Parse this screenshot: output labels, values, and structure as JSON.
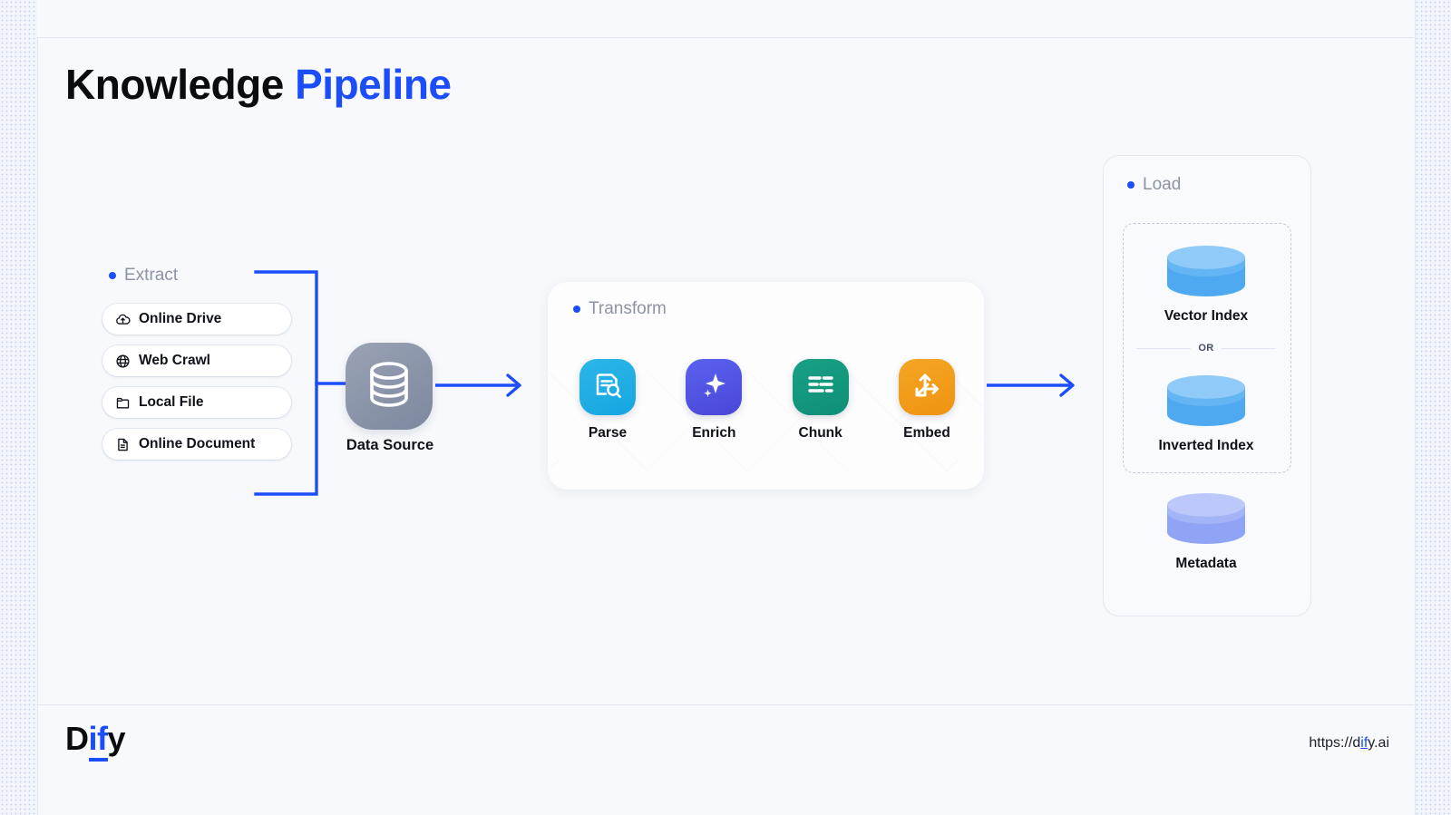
{
  "page": {
    "title_dark": "Knowledge",
    "title_blue": " Pipeline"
  },
  "extract": {
    "header": "Extract",
    "items": [
      {
        "label": "Online Drive",
        "icon": "cloud-upload-icon"
      },
      {
        "label": "Web Crawl",
        "icon": "globe-icon"
      },
      {
        "label": "Local File",
        "icon": "folder-icon"
      },
      {
        "label": "Online Document",
        "icon": "document-icon"
      }
    ]
  },
  "data_source": {
    "label": "Data Source",
    "icon": "database-icon",
    "color": "#8a93a8"
  },
  "transform": {
    "header": "Transform",
    "steps": [
      {
        "label": "Parse",
        "icon": "document-search-icon",
        "color": "#1fb0e5"
      },
      {
        "label": "Enrich",
        "icon": "sparkle-icon",
        "color": "#4f52e6"
      },
      {
        "label": "Chunk",
        "icon": "list-lines-icon",
        "color": "#13977e"
      },
      {
        "label": "Embed",
        "icon": "multi-arrow-icon",
        "color": "#f29c16"
      }
    ]
  },
  "load": {
    "header": "Load",
    "divider_label": "OR",
    "stores": [
      {
        "label": "Vector Index",
        "icon": "cylinder-icon",
        "color": "#5bb4f5"
      },
      {
        "label": "Inverted Index",
        "icon": "cylinder-icon",
        "color": "#5bb4f5"
      },
      {
        "label": "Metadata",
        "icon": "cylinder-icon",
        "color": "#9eb2f6"
      }
    ]
  },
  "footer": {
    "logo_d": "D",
    "logo_if": "if",
    "logo_y": "y",
    "url_prefix": "https://d",
    "url_blue": "if",
    "url_suffix": "y.ai"
  },
  "theme": {
    "accent_blue": "#1c4dfb",
    "background": "#f7f9fc",
    "text_dark": "#10121a",
    "text_muted": "#8c93a3"
  }
}
